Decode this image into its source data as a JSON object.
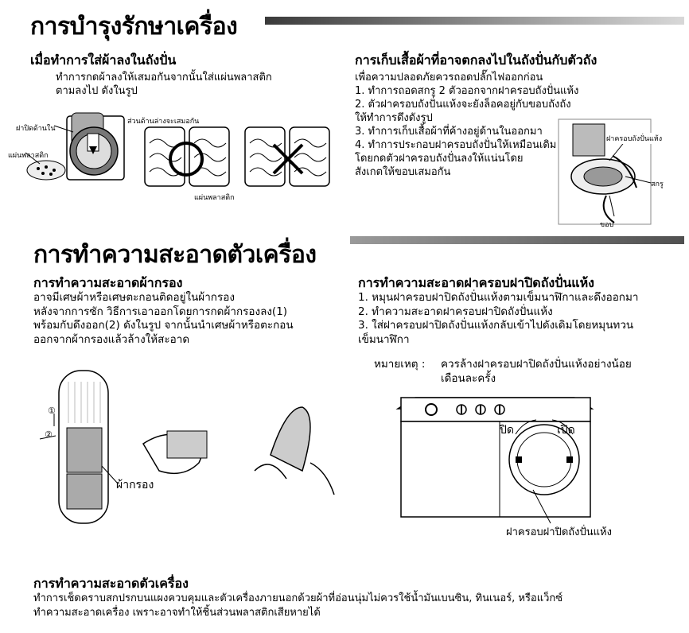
{
  "maintenance": {
    "title": "การบำรุงรักษาเครื่อง",
    "load_clothes": {
      "heading": "เมื่อทำการใส่ผ้าลงในถังปั่น",
      "body": [
        "ทำการกดผ้าลงให้เสมอกันจากนั้นใส่แผ่นพลาสติก",
        "ตามลงไป ดังในรูป"
      ],
      "labels": {
        "inner_lid": "ฝาปิดด้านใน",
        "plastic_plate": "แผ่นพลาสติก",
        "even_top": "ส่วนด้านล่างจะเสมอกัน",
        "plastic_plate_bottom": "แผ่นพลาสติก"
      }
    },
    "retrieve": {
      "heading": "การเก็บเสื้อผ้าที่อาจตกลงไปในถังปั่นกับตัวถัง",
      "intro": "เพื่อความปลอดภัยควรถอดปลั๊กไฟออกก่อน",
      "steps": [
        "1. ทำการถอดสกรู 2 ตัวออกจากฝาครอบถังปั่นแห้ง",
        "2. ตัวฝาครอบถังปั่นแห้งจะยังล็อคอยู่กับขอบถังถัง",
        "    ให้ทำการดึงดังรูป",
        "3. ทำการเก็บเสื้อผ้าที่ค้างอยู่ด้านในออกมา",
        "4. ทำการประกอบฝาครอบถังปั่นให้เหมือนเดิม",
        "    โดยกดตัวฝาครอบถังปั่นลงให้แน่นโดย",
        "    สังเกตให้ขอบเสมอกัน"
      ],
      "labels": {
        "cover": "ฝาครอบถังปั่นแห้ง",
        "screw": "สกรู",
        "edge": "ขอบ"
      }
    }
  },
  "cleaning": {
    "title": "การทำความสะอาดตัวเครื่อง",
    "filter": {
      "heading": "การทำความสะอาดผ้ากรอง",
      "body": [
        "อาจมีเศษผ้าหรือเศษตะกอนติดอยู่ในผ้ากรอง",
        "หลังจากการซัก วิธีการเอาออกโดยการกดผ้ากรองลง(1)",
        "พร้อมกับดึงออก(2) ดังในรูป จากนั้นนำเศษผ้าหรือตะกอน",
        "ออกจากผ้ากรองแล้วล้างให้สะอาด"
      ],
      "labels": {
        "step1": "①",
        "step2": "②",
        "filter": "ผ้ากรอง"
      }
    },
    "cover": {
      "heading": "การทำความสะอาดฝาครอบฝาปิดถังปั่นแห้ง",
      "steps": [
        "1.  หมุนฝาครอบฝาปิดถังปั่นแห้งตามเข็มนาฬิกาและดึงออกมา",
        "2.  ทำความสะอาดฝาครอบฝาปิดถังปั่นแห้ง",
        "3.  ใส่ฝาครอบฝาปิดถังปั่นแห้งกลับเข้าไปดังเดิมโดยหมุนทวน",
        "     เข็มนาฬิกา"
      ],
      "note_label": "หมายเหตุ :",
      "note": [
        "ควรล้างฝาครอบฝาปิดถังปั่นแห้งอย่างน้อย",
        "เดือนละครั้ง"
      ],
      "labels": {
        "close": "ปิด",
        "open": "เปิด",
        "cover": "ฝาครอบฝาปิดถังปั่นแห้ง"
      }
    },
    "body": {
      "heading": "การทำความสะอาดตัวเครื่อง",
      "lines": [
        "ทำการเช็ดคราบสกปรกบนแผงควบคุมและตัวเครื่องภายนอกด้วยผ้าที่อ่อนนุ่มไม่ควรใช้น้ำมันเบนซิน, ทินเนอร์, หรือแว็กซ์",
        "ทำความสะอาดเครื่อง เพราะอาจทำให้ชิ้นส่วนพลาสติกเสียหายได้"
      ]
    }
  }
}
